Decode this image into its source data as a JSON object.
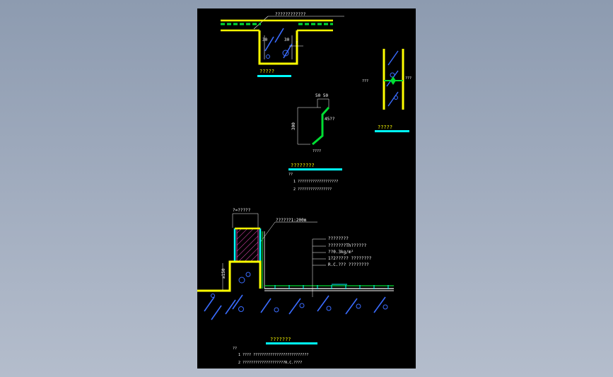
{
  "colors": {
    "background_outer": "#9aa6b8",
    "canvas": "#000000",
    "wall": "#ffff00",
    "dim": "#ffffff",
    "title": "#ffff00",
    "title_bar": "#00ffff",
    "hatch": "#3a6cff",
    "insulation": "#00dd33",
    "membrane": "#ff4fc8"
  },
  "detail_top": {
    "callout": "????????????",
    "dim_left": "30",
    "dim_right": "30",
    "dim_small": "?",
    "title": "?????"
  },
  "detail_right": {
    "left_label": "???",
    "right_label": "???",
    "title": "?????"
  },
  "detail_mid": {
    "dim_top": "50 50",
    "dim_height": "300",
    "label_angle": "45??",
    "label_bottom": "????",
    "title": "????????",
    "notes_header": "??",
    "notes": [
      "1   ???????????????????",
      "2   ????????????????"
    ]
  },
  "detail_bottom": {
    "top_label": "?=?????",
    "callout": "??????1:200m",
    "layers": [
      "????????",
      "???????Th??????",
      "??0.3kg/m²",
      "1?2?????  ????????",
      "R.C.???  ????????"
    ],
    "height_dim": "≥150",
    "title": "???????",
    "notes_header": "??",
    "notes": [
      "1   ????     ??????????????????????????",
      "2   ????????????????????R.C.????"
    ]
  }
}
